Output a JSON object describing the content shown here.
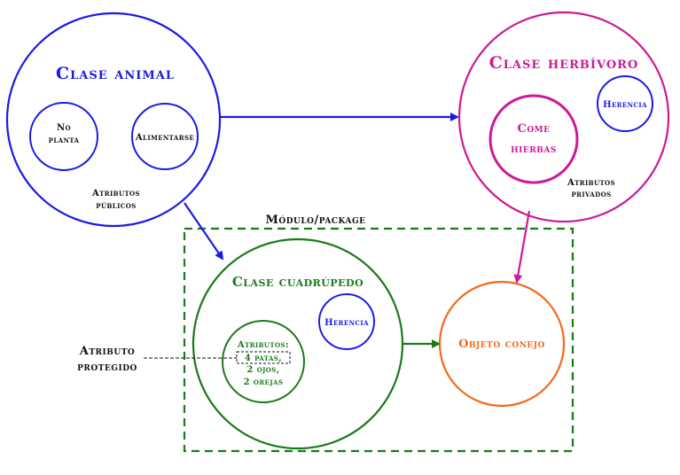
{
  "colors": {
    "blue": "#1a1ae6",
    "magenta": "#cc1a99",
    "green": "#1a7a1a",
    "orange": "#f26a1b",
    "black": "#111111"
  },
  "clase_animal": {
    "title": "Clase animal",
    "no_planta_line1": "No",
    "no_planta_line2": "planta",
    "alimentarse": "Alimentarse",
    "atributos_line1": "Atributos",
    "atributos_line2": "públicos"
  },
  "clase_herbivoro": {
    "title": "Clase herbívoro",
    "herencia": "Herencia",
    "come_line1": "Come",
    "come_line2": "hierbas",
    "atributos_line1": "Atributos",
    "atributos_line2": "privados"
  },
  "modulo": {
    "label": "Módulo/package"
  },
  "clase_cuadrupedo": {
    "title": "Clase cuadrúpedo",
    "herencia": "Herencia",
    "atributos_line1": "Atributos:",
    "atributos_line2": "4 patas,",
    "atributos_line3": "2 ojos,",
    "atributos_line4": "2 orejas"
  },
  "atributo_protegido": {
    "line1": "Atributo",
    "line2": "protegido"
  },
  "objeto_conejo": {
    "title": "Objeto conejo"
  }
}
